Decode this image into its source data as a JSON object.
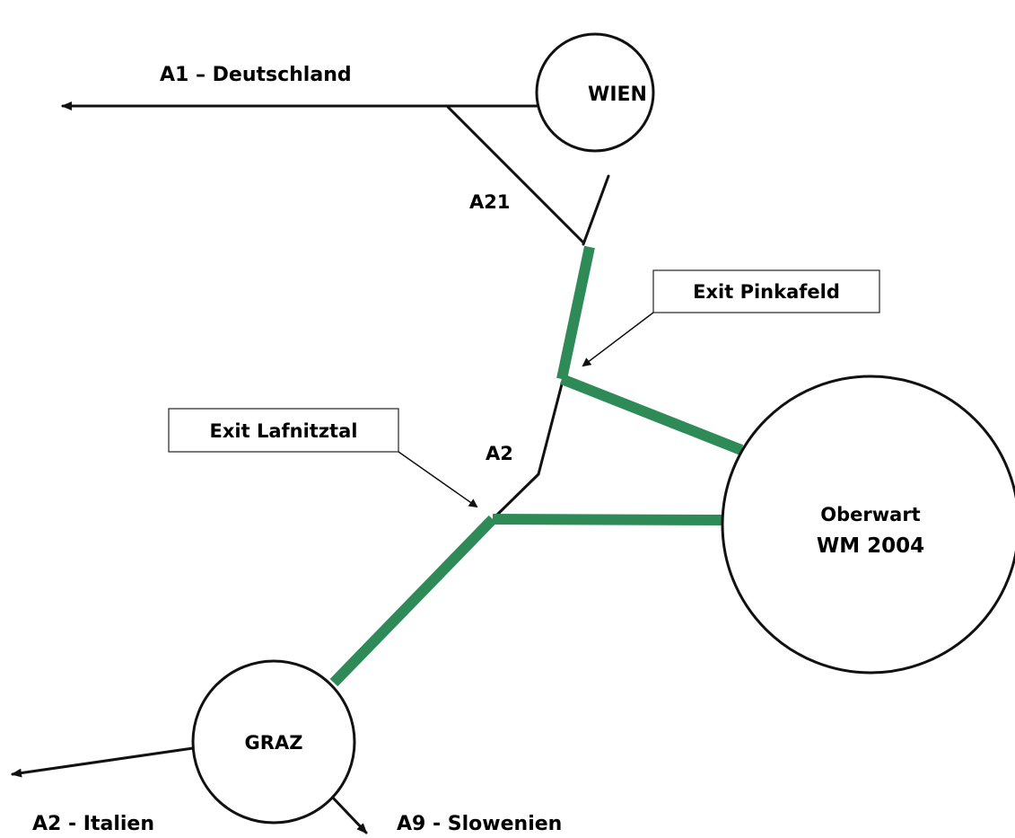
{
  "colors": {
    "route": "#2e8b57",
    "road": "#111111"
  },
  "cities": {
    "wien": "WIEN",
    "graz": "GRAZ",
    "oberwart_line1": "Oberwart",
    "oberwart_line2": "WM 2004"
  },
  "roads": {
    "a1": "A1 – Deutschland",
    "a21": "A21",
    "a2": "A2",
    "a2_italien": "A2 - Italien",
    "a9_slowenien": "A9 - Slowenien"
  },
  "exits": {
    "pinkafeld": "Exit Pinkafeld",
    "lafnitztal": "Exit Lafnitztal"
  }
}
